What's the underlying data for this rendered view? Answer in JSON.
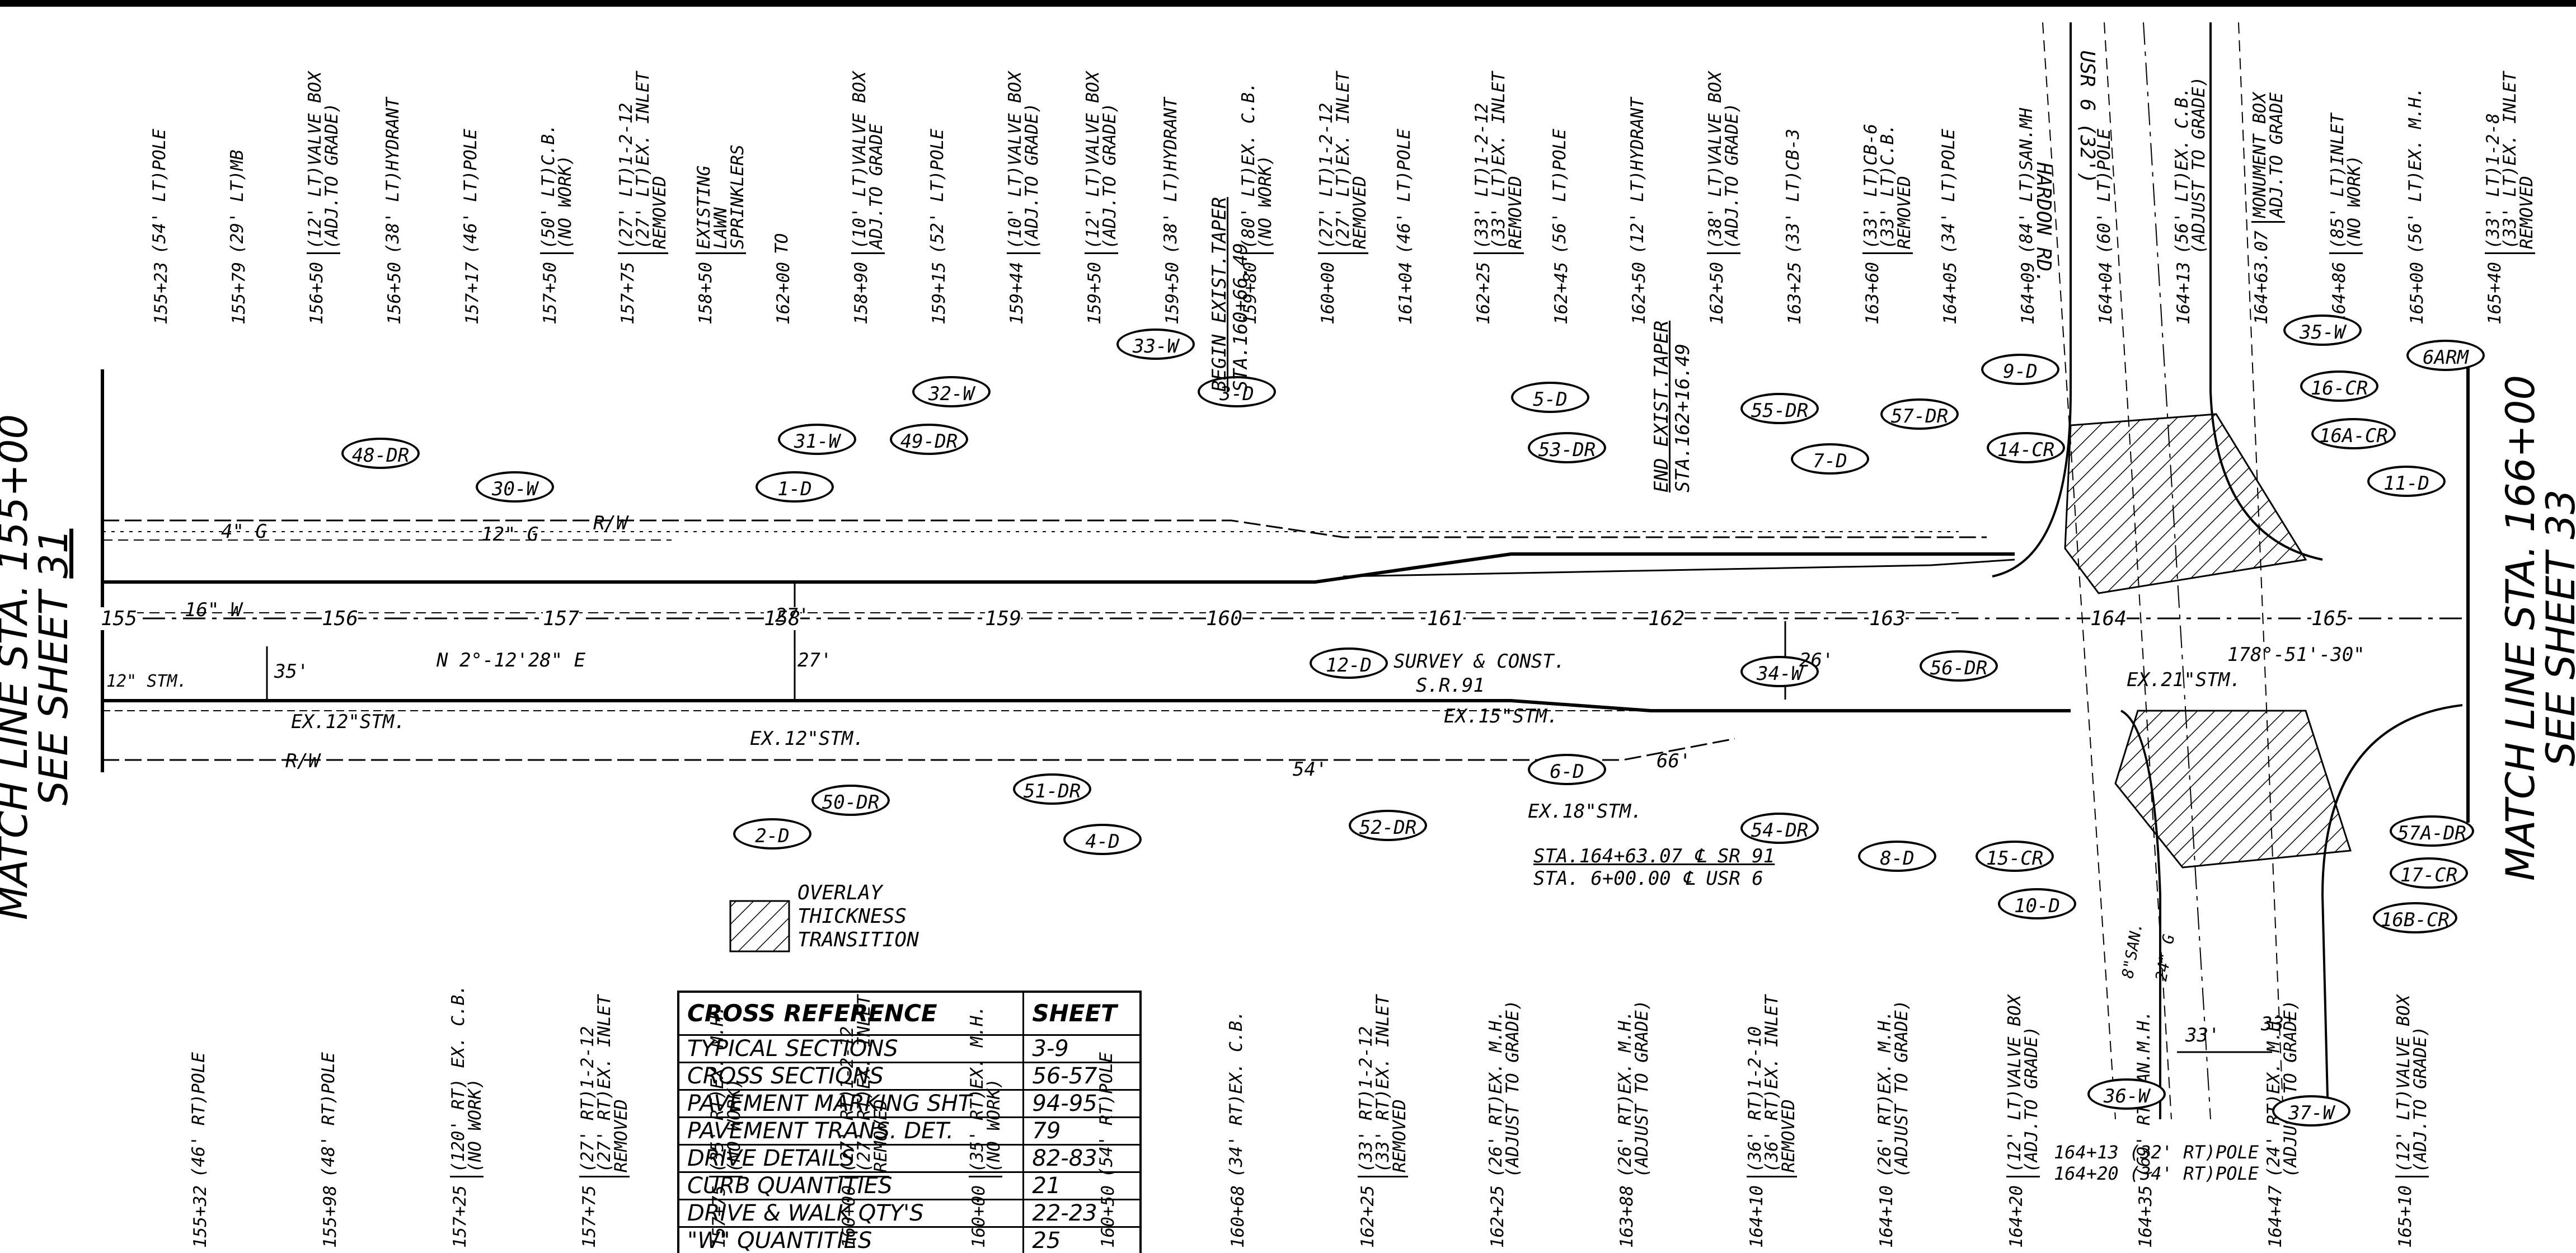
{
  "match_left": {
    "line1": "MATCH LINE STA. 155+00",
    "line2": "SEE SHEET",
    "sheet": "31"
  },
  "match_right": {
    "line1": "MATCH LINE STA. 166+00",
    "line2": "SEE SHEET",
    "sheet": "33"
  },
  "top_notes": [
    {
      "sta": "155+23",
      "lines": [
        "(54' LT)POLE"
      ]
    },
    {
      "sta": "155+79",
      "lines": [
        "(29' LT)MB"
      ]
    },
    {
      "sta": "156+50",
      "lines": [
        "(12' LT)VALVE BOX",
        "(ADJ.TO GRADE)"
      ],
      "box": true
    },
    {
      "sta": "156+50",
      "lines": [
        "(38' LT)HYDRANT"
      ]
    },
    {
      "sta": "157+17",
      "lines": [
        "(46' LT)POLE"
      ]
    },
    {
      "sta": "157+50",
      "lines": [
        "(50' LT)C.B.",
        "(NO WORK)"
      ],
      "box": true
    },
    {
      "sta": "157+75",
      "lines": [
        "(27' LT)1-2-12",
        "(27' LT)EX. INLET",
        "REMOVED"
      ],
      "box": true
    },
    {
      "sta": "158+50",
      "lines": [
        "EXISTING",
        "LAWN",
        "SPRINKLERS"
      ],
      "box": true
    },
    {
      "sta": "162+00",
      "lines": [
        "TO"
      ]
    },
    {
      "sta": "158+90",
      "lines": [
        "(10' LT)VALVE BOX",
        "ADJ.TO GRADE"
      ],
      "box": true
    },
    {
      "sta": "159+15",
      "lines": [
        "(52' LT)POLE"
      ]
    },
    {
      "sta": "159+44",
      "lines": [
        "(10' LT)VALVE BOX",
        "(ADJ.TO GRADE)"
      ],
      "box": true
    },
    {
      "sta": "159+50",
      "lines": [
        "(12' LT)VALVE BOX",
        "(ADJ.TO GRADE)"
      ],
      "box": true
    },
    {
      "sta": "159+50",
      "lines": [
        "(38' LT)HYDRANT"
      ]
    },
    {
      "sta": "159+80",
      "lines": [
        "(80' LT)EX. C.B.",
        "(NO WORK)"
      ],
      "box": true
    },
    {
      "sta": "160+00",
      "lines": [
        "(27' LT)1-2-12",
        "(27' LT)EX. INLET",
        "REMOVED"
      ],
      "box": true
    },
    {
      "sta": "161+04",
      "lines": [
        "(46' LT)POLE"
      ]
    },
    {
      "sta": "162+25",
      "lines": [
        "(33' LT)1-2-12",
        "(33' LT)EX. INLET",
        "REMOVED"
      ],
      "box": true
    },
    {
      "sta": "162+45",
      "lines": [
        "(56' LT)POLE"
      ]
    },
    {
      "sta": "162+50",
      "lines": [
        "(12' LT)HYDRANT"
      ]
    },
    {
      "sta": "162+50",
      "lines": [
        "(38' LT)VALVE BOX",
        "(ADJ.TO GRADE)"
      ],
      "box": true
    },
    {
      "sta": "163+25",
      "lines": [
        "(33' LT)CB-3"
      ]
    },
    {
      "sta": "163+60",
      "lines": [
        "(33' LT)CB-6",
        "(33' LT)C.B.",
        "REMOVED"
      ],
      "box": true
    },
    {
      "sta": "164+05",
      "lines": [
        "(34' LT)POLE"
      ]
    },
    {
      "sta": "164+09",
      "lines": [
        "(84' LT)SAN.MH"
      ]
    },
    {
      "sta": "164+04",
      "lines": [
        "(60' LT)POLE"
      ]
    },
    {
      "sta": "164+13",
      "lines": [
        "(56' LT)EX. C.B.",
        "(ADJUST TO GRADE)"
      ]
    },
    {
      "sta": "164+63.07",
      "lines": [
        "MONUMENT BOX",
        "ADJ.TO GRADE"
      ],
      "box": true
    },
    {
      "sta": "164+86",
      "lines": [
        "(85' LT)INLET",
        "(NO WORK)"
      ],
      "box": true
    },
    {
      "sta": "165+00",
      "lines": [
        "(56' LT)EX. M.H."
      ]
    },
    {
      "sta": "165+40",
      "lines": [
        "(33' LT)1-2-8",
        "(33' LT)EX. INLET",
        "REMOVED"
      ],
      "box": true
    }
  ],
  "bottom_notes": [
    {
      "sta": "155+32",
      "lines": [
        "(46' RT)POLE"
      ]
    },
    {
      "sta": "155+98",
      "lines": [
        "(48' RT)POLE"
      ]
    },
    {
      "sta": "157+25",
      "lines": [
        "(120' RT) EX. C.B.",
        "(NO WORK)"
      ],
      "box": true
    },
    {
      "sta": "157+75",
      "lines": [
        "(27' RT)1-2-12",
        "(27' RT)EX. INLET",
        "REMOVED"
      ],
      "box": true
    },
    {
      "sta": "157+75",
      "lines": [
        "(35' RT)EX. M.H.",
        "(NO WORK)"
      ],
      "box": true
    },
    {
      "sta": "160+00",
      "lines": [
        "(27' RT)1-2-12",
        "(27' RT)EX. INLET",
        "REMOVED"
      ],
      "box": true
    },
    {
      "sta": "160+00",
      "lines": [
        "(35' RT)EX. M.H.",
        "(NO WORK)"
      ],
      "box": true
    },
    {
      "sta": "160+50",
      "lines": [
        "(54' RT)POLE"
      ]
    },
    {
      "sta": "160+68",
      "lines": [
        "(34' RT)EX. C.B."
      ]
    },
    {
      "sta": "162+25",
      "lines": [
        "(33' RT)1-2-12",
        "(33' RT)EX. INLET",
        "REMOVED"
      ],
      "box": true
    },
    {
      "sta": "162+25",
      "lines": [
        "(26' RT)EX. M.H.",
        "(ADJUST TO GRADE)"
      ]
    },
    {
      "sta": "163+88",
      "lines": [
        "(26' RT)EX. M.H.",
        "(ADJUST TO GRADE)"
      ]
    },
    {
      "sta": "164+10",
      "lines": [
        "(36' RT)1-2-10",
        "(36' RT)EX. INLET",
        "REMOVED"
      ],
      "box": true
    },
    {
      "sta": "164+10",
      "lines": [
        "(26' RT)EX. M.H.",
        "(ADJUST TO GRADE)"
      ]
    },
    {
      "sta": "164+20",
      "lines": [
        "(12' LT)VALVE BOX",
        "(ADJ.TO GRADE)"
      ],
      "box": true
    },
    {
      "sta": "164+35",
      "lines": [
        "(69' RT)SAN.M.H."
      ]
    },
    {
      "sta": "164+47",
      "lines": [
        "(24' RT)EX. M.H.",
        "(ADJUST TO GRADE)"
      ]
    },
    {
      "sta": "165+10",
      "lines": [
        "(12' LT)VALVE BOX",
        "(ADJ.TO GRADE)"
      ],
      "box": true
    }
  ],
  "callouts": [
    "48-DR",
    "30-W",
    "1-D",
    "31-W",
    "49-DR",
    "32-W",
    "33-W",
    "3-D",
    "5-D",
    "53-DR",
    "55-DR",
    "57-DR",
    "9-D",
    "7-D",
    "14-CR",
    "35-W",
    "6ARM",
    "16-CR",
    "16A-CR",
    "11-D",
    "12-D",
    "34-W",
    "56-DR",
    "2-D",
    "50-DR",
    "51-DR",
    "4-D",
    "52-DR",
    "6-D",
    "54-DR",
    "8-D",
    "15-CR",
    "10-D",
    "57A-DR",
    "17-CR",
    "16B-CR",
    "36-W",
    "37-W"
  ],
  "road_labels": {
    "taper_begin": "BEGIN EXIST.TAPER",
    "taper_begin_sta": "STA.160+66.49",
    "taper_end": "END EXIST.TAPER",
    "taper_end_sta": "STA.162+16.49",
    "bearing": "N 2°-12'28\" E",
    "survey": "SURVEY & CONST.",
    "route": "S.R.91",
    "angle": "178°-51'-30\"",
    "width_35": "35'",
    "width_27a": "27'",
    "width_27b": "27'",
    "width_26": "26'",
    "width_54": "54'",
    "width_66": "66'",
    "width_33a": "33'",
    "width_33b": "33'",
    "ex12stm_a": "EX.12\"STM.",
    "ex12stm_b": "EX.12\"STM.",
    "ex15stm": "EX.15\"STM.",
    "ex18stm": "EX.18\"STM.",
    "ex21stm": "EX.21\"STM.",
    "stm12": "12\" STM.",
    "sta_ref1": "STA.164+63.07 ℄ SR 91",
    "sta_ref2": "STA. 6+00.00 ℄ USR 6",
    "hardon": "HARDON RD.",
    "usr": "USR 6 (32')",
    "pole_bottom1": "164+13 (32' RT)POLE",
    "pole_bottom2": "164+20 (34' RT)POLE",
    "rw": "R/W",
    "w16": "16\" W",
    "g12": "12\" G",
    "g4": "4\" G",
    "san8": "8\"SAN.",
    "g24": "24\" G"
  },
  "stations": [
    "155",
    "156",
    "157",
    "158",
    "159",
    "160",
    "161",
    "162",
    "163",
    "164",
    "165"
  ],
  "legend": {
    "line1": "OVERLAY",
    "line2": "THICKNESS",
    "line3": "TRANSITION"
  },
  "cross_reference": {
    "header": [
      "CROSS REFERENCE",
      "SHEET"
    ],
    "rows": [
      [
        "TYPICAL SECTIONS",
        "3-9"
      ],
      [
        "CROSS SECTIONS",
        "56-57"
      ],
      [
        "PAVEMENT MARKING SHT",
        "94-95"
      ],
      [
        "PAVEMENT TRANS. DET.",
        "79"
      ],
      [
        "DRIVE DETAILS",
        "82-83"
      ],
      [
        "CURB QUANTITIES",
        "21"
      ],
      [
        "DRIVE & WALK QTY'S",
        "22-23"
      ],
      [
        "\"W\" QUANTITIES",
        "25"
      ]
    ]
  }
}
